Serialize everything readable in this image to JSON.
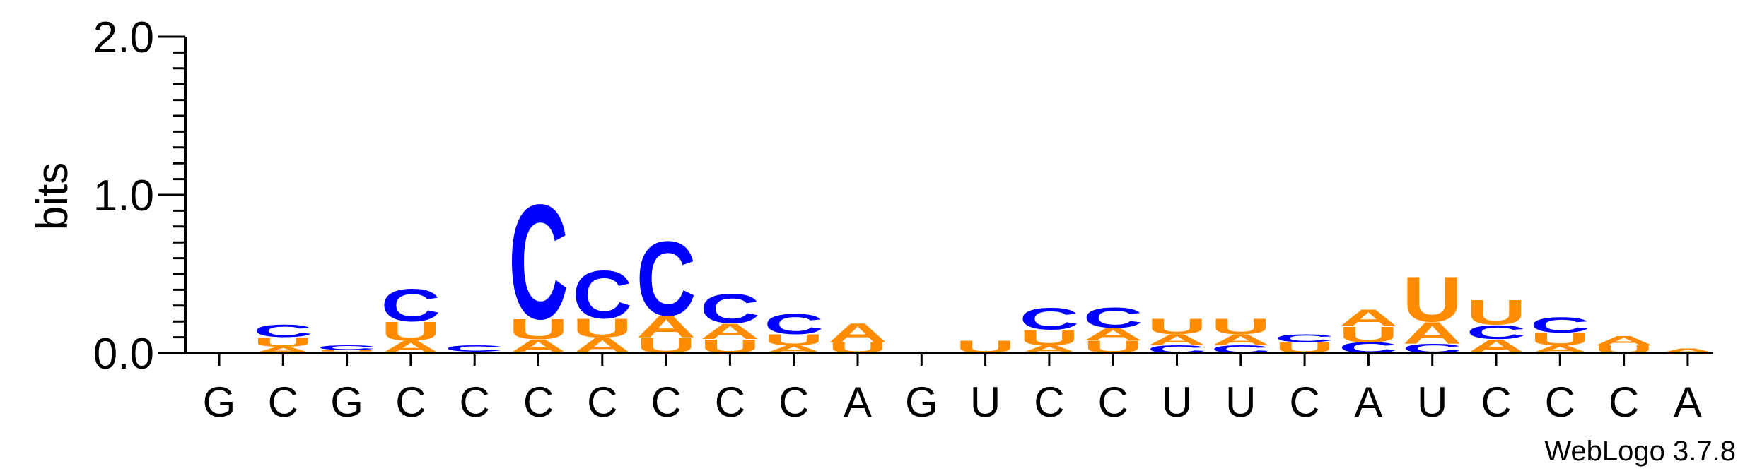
{
  "chart_data": {
    "type": "sequence-logo",
    "ylabel": "bits",
    "ylim": [
      0,
      2.0
    ],
    "y_ticks": [
      {
        "value": 0.0,
        "label": "0.0"
      },
      {
        "value": 1.0,
        "label": "1.0"
      },
      {
        "value": 2.0,
        "label": "2.0"
      }
    ],
    "x_tick_labels": [
      "G",
      "C",
      "G",
      "C",
      "C",
      "C",
      "C",
      "C",
      "C",
      "C",
      "A",
      "G",
      "U",
      "C",
      "C",
      "U",
      "U",
      "C",
      "A",
      "U",
      "C",
      "C",
      "C",
      "A"
    ],
    "colors": {
      "A": "#ff8c00",
      "U": "#ff8c00",
      "C": "#0000ff",
      "G": "#0000ff"
    },
    "stacks": [
      [],
      [
        {
          "letter": "A",
          "height": 0.04
        },
        {
          "letter": "U",
          "height": 0.06
        },
        {
          "letter": "C",
          "height": 0.08
        }
      ],
      [
        {
          "letter": "A",
          "height": 0.01
        },
        {
          "letter": "U",
          "height": 0.01
        },
        {
          "letter": "C",
          "height": 0.03
        }
      ],
      [
        {
          "letter": "A",
          "height": 0.08
        },
        {
          "letter": "U",
          "height": 0.12
        },
        {
          "letter": "C",
          "height": 0.21
        }
      ],
      [
        {
          "letter": "A",
          "height": 0.01
        },
        {
          "letter": "C",
          "height": 0.04
        }
      ],
      [
        {
          "letter": "A",
          "height": 0.09
        },
        {
          "letter": "U",
          "height": 0.13
        },
        {
          "letter": "C",
          "height": 0.74
        }
      ],
      [
        {
          "letter": "A",
          "height": 0.1
        },
        {
          "letter": "U",
          "height": 0.12
        },
        {
          "letter": "C",
          "height": 0.31
        }
      ],
      [
        {
          "letter": "U",
          "height": 0.1
        },
        {
          "letter": "A",
          "height": 0.14
        },
        {
          "letter": "C",
          "height": 0.48
        }
      ],
      [
        {
          "letter": "U",
          "height": 0.09
        },
        {
          "letter": "A",
          "height": 0.1
        },
        {
          "letter": "C",
          "height": 0.19
        }
      ],
      [
        {
          "letter": "A",
          "height": 0.05
        },
        {
          "letter": "U",
          "height": 0.07
        },
        {
          "letter": "C",
          "height": 0.13
        }
      ],
      [
        {
          "letter": "U",
          "height": 0.07
        },
        {
          "letter": "A",
          "height": 0.12
        }
      ],
      [],
      [
        {
          "letter": "U",
          "height": 0.08
        }
      ],
      [
        {
          "letter": "A",
          "height": 0.05
        },
        {
          "letter": "U",
          "height": 0.1
        },
        {
          "letter": "C",
          "height": 0.14
        }
      ],
      [
        {
          "letter": "U",
          "height": 0.08
        },
        {
          "letter": "A",
          "height": 0.08
        },
        {
          "letter": "C",
          "height": 0.13
        }
      ],
      [
        {
          "letter": "C",
          "height": 0.05
        },
        {
          "letter": "A",
          "height": 0.07
        },
        {
          "letter": "U",
          "height": 0.1
        }
      ],
      [
        {
          "letter": "C",
          "height": 0.05
        },
        {
          "letter": "A",
          "height": 0.07
        },
        {
          "letter": "U",
          "height": 0.1
        }
      ],
      [
        {
          "letter": "U",
          "height": 0.07
        },
        {
          "letter": "C",
          "height": 0.05
        }
      ],
      [
        {
          "letter": "C",
          "height": 0.07
        },
        {
          "letter": "U",
          "height": 0.1
        },
        {
          "letter": "A",
          "height": 0.11
        }
      ],
      [
        {
          "letter": "C",
          "height": 0.06
        },
        {
          "letter": "A",
          "height": 0.14
        },
        {
          "letter": "U",
          "height": 0.29
        }
      ],
      [
        {
          "letter": "A",
          "height": 0.09
        },
        {
          "letter": "C",
          "height": 0.09
        },
        {
          "letter": "U",
          "height": 0.16
        }
      ],
      [
        {
          "letter": "A",
          "height": 0.05
        },
        {
          "letter": "U",
          "height": 0.08
        },
        {
          "letter": "C",
          "height": 0.1
        }
      ],
      [
        {
          "letter": "U",
          "height": 0.05
        },
        {
          "letter": "A",
          "height": 0.06
        }
      ],
      [
        {
          "letter": "A",
          "height": 0.03
        }
      ]
    ]
  },
  "watermark": "WebLogo 3.7.8"
}
